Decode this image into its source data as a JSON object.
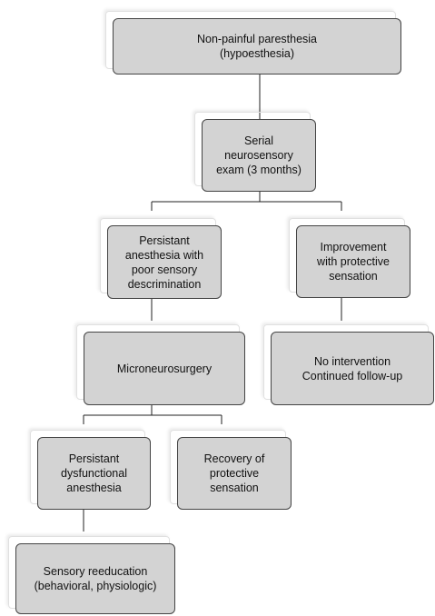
{
  "nodes": {
    "hypoesthesia": "Non-painful paresthesia\n(hypoesthesia)",
    "serial_exam": "Serial\nneurosensory\nexam (3 months)",
    "persistant_anesthesia": "Persistant\nanesthesia with\npoor sensory\ndescrimination",
    "improvement": "Improvement\nwith protective\nsensation",
    "microneurosurgery": "Microneurosurgery",
    "no_intervention": "No intervention\nContinued follow-up",
    "persistant_dysfunctional": "Persistant\ndysfunctional\nanesthesia",
    "recovery": "Recovery of\nprotective\nsensation",
    "sensory_reeducation": "Sensory reeducation\n(behavioral, physiologic)"
  }
}
